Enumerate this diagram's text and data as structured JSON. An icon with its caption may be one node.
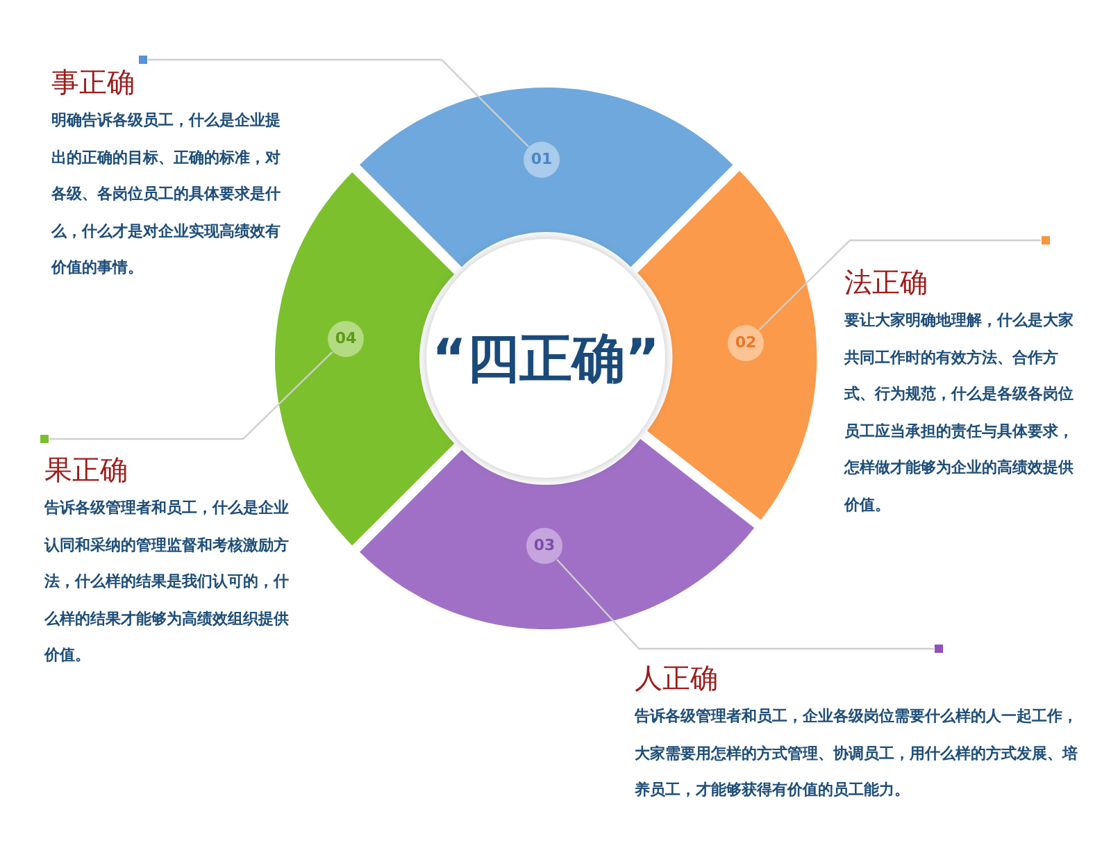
{
  "diagram": {
    "nodes": [
      {
        "text": [
          "“四正确”"
        ]
      },
      {
        "text": [],
        "shape": "arc"
      },
      {
        "text": [
          "01"
        ],
        "in": 1
      },
      {
        "text": [],
        "shape": "arc"
      },
      {
        "text": [
          "02"
        ],
        "in": 3
      },
      {
        "text": [],
        "shape": "arc"
      },
      {
        "text": [
          "03"
        ],
        "in": 5
      },
      {
        "text": [],
        "shape": "arc"
      },
      {
        "text": [
          "04"
        ],
        "in": 7
      },
      {
        "text": [
          "事正确",
          "明确告诉各级员工，什么是企业提出的正确的目标、正确的标准，对各级、各岗位员工的具体要求是什么，什么才是对企业实现高绩效有价值的事情。"
        ]
      },
      {
        "text": [
          "法正确",
          "要让大家明确地理解，什么是大家共同工作时的有效方法、合作方式、行为规范，什么是各级各岗位员工应当承担的责任与具体要求，怎样做才能够为企业的高绩效提供价值。"
        ]
      },
      {
        "text": [
          "果正确",
          "告诉各级管理者和员工，什么是企业认同和采纳的管理监督和考核激励方法，什么样的结果是我们认可的，什么样的结果才能够为高绩效组织提供价值。"
        ]
      },
      {
        "text": [
          "人正确",
          "告诉各级管理者和员工，企业各级岗位需要什么样的人一起工作，大家需要用怎样的方式管理、协调员工，用什么样的方式发展、培养员工，才能够获得有价值的员工能力。"
        ]
      }
    ],
    "edges": [
      {
        "from": 9,
        "to": 2,
        "arrow": "none"
      },
      {
        "from": 10,
        "to": 4,
        "arrow": "none"
      },
      {
        "from": 11,
        "to": 8,
        "arrow": "none"
      },
      {
        "from": 12,
        "to": 6,
        "arrow": "none"
      }
    ]
  }
}
